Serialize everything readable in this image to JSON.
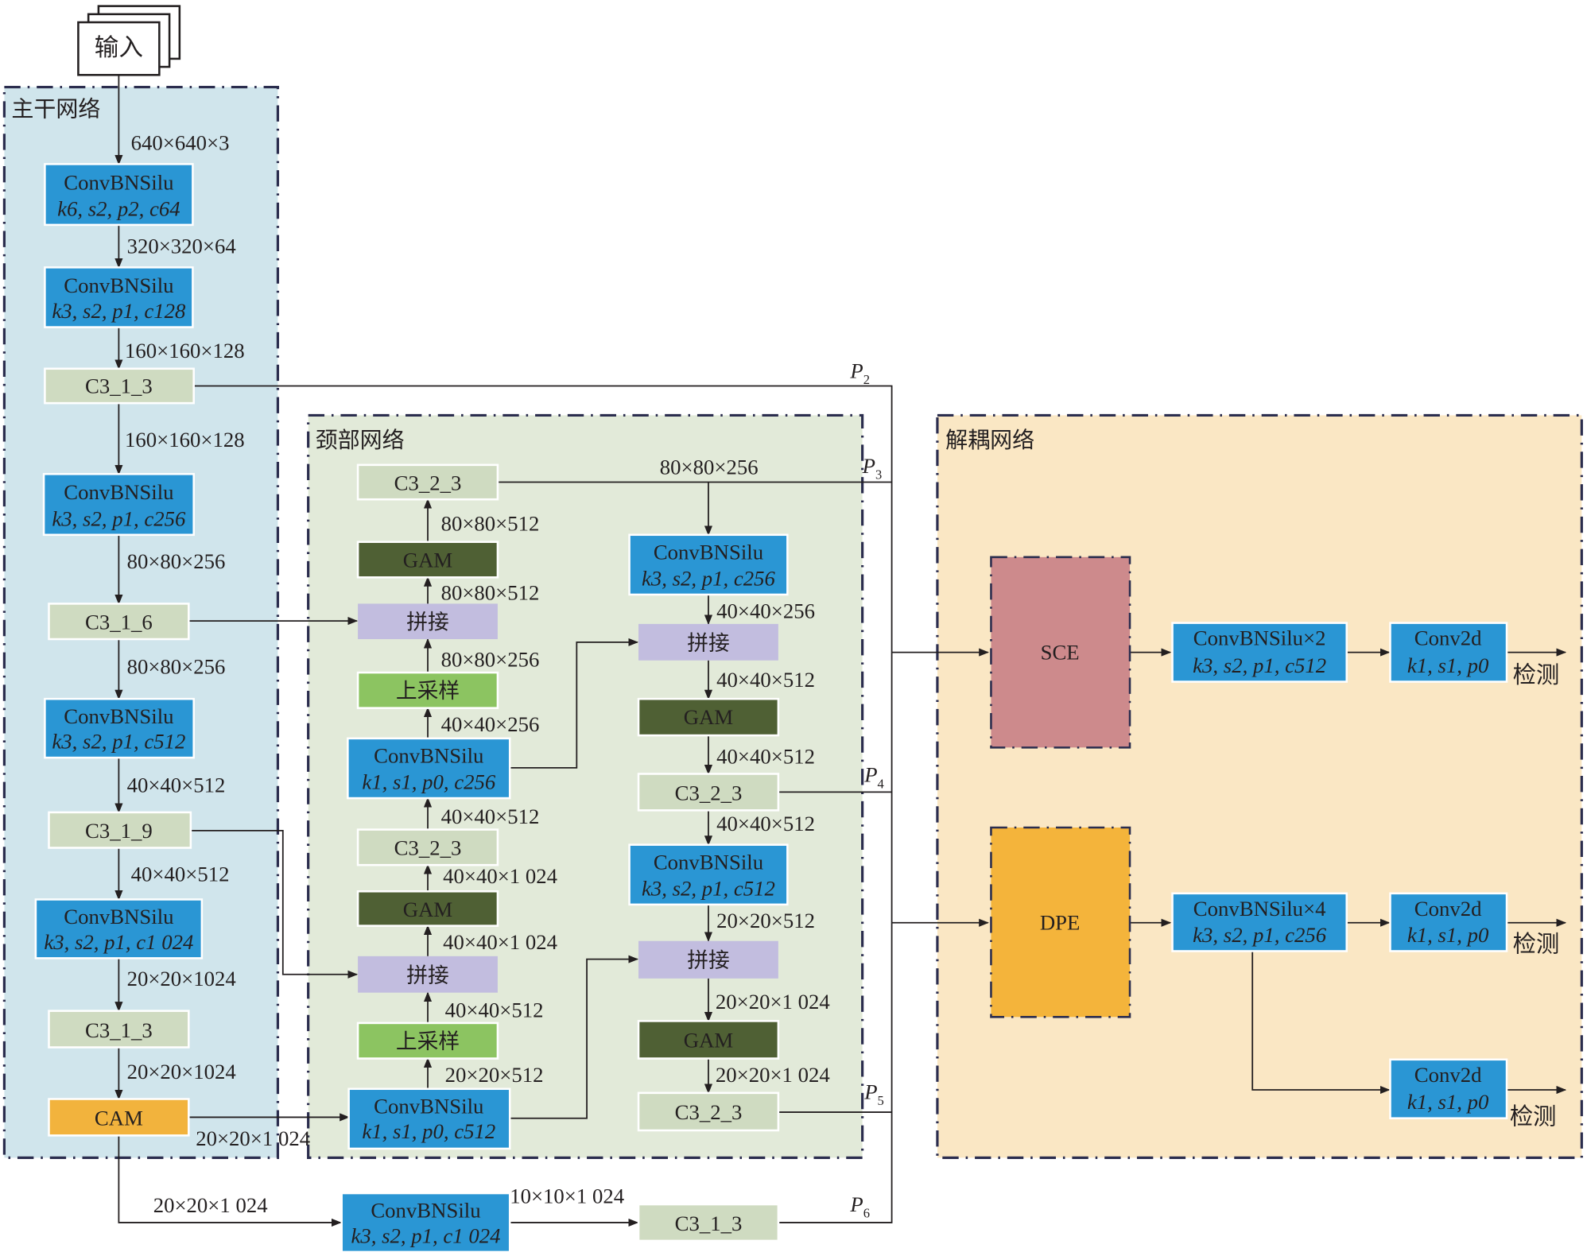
{
  "colors": {
    "conv": "#2a96d4",
    "c3": "#cfdbc1",
    "gam": "#4f6034",
    "concat": "#c2bddf",
    "upsample": "#8cc461",
    "cam": "#f2b33d",
    "sce": "#cd8a8c",
    "dpe": "#f4b43b",
    "backbone_bg": "#d0e5ec",
    "neck_bg": "#e2ead9",
    "head_bg": "#fae7c4"
  },
  "input": {
    "label": "输入"
  },
  "backbone": {
    "title": "主干网络",
    "blocks": [
      {
        "l1": "ConvBNSilu",
        "l2": "k6, s2, p2, c64"
      },
      {
        "l1": "ConvBNSilu",
        "l2": "k3, s2, p1, c128"
      },
      {
        "l1": "C3_1_3"
      },
      {
        "l1": "ConvBNSilu",
        "l2": "k3, s2, p1, c256"
      },
      {
        "l1": "C3_1_6"
      },
      {
        "l1": "ConvBNSilu",
        "l2": "k3, s2, p1, c512"
      },
      {
        "l1": "C3_1_9"
      },
      {
        "l1": "ConvBNSilu",
        "l2": "k3, s2, p1, c1 024"
      },
      {
        "l1": "C3_1_3"
      },
      {
        "l1": "CAM"
      }
    ],
    "dims": [
      "640×640×3",
      "320×320×64",
      "160×160×128",
      "160×160×128",
      "80×80×256",
      "80×80×256",
      "40×40×512",
      "40×40×512",
      "20×20×1024",
      "20×20×1024"
    ]
  },
  "neck": {
    "title": "颈部网络",
    "left": [
      {
        "l1": "C3_2_3"
      },
      {
        "l1": "GAM"
      },
      {
        "l1": "拼接"
      },
      {
        "l1": "上采样"
      },
      {
        "l1": "ConvBNSilu",
        "l2": "k1, s1, p0, c256"
      },
      {
        "l1": "C3_2_3"
      },
      {
        "l1": "GAM"
      },
      {
        "l1": "拼接"
      },
      {
        "l1": "上采样"
      },
      {
        "l1": "ConvBNSilu",
        "l2": "k1, s1, p0, c512"
      }
    ],
    "left_dims": [
      "80×80×512",
      "80×80×512",
      "80×80×256",
      "40×40×256",
      "40×40×512",
      "40×40×1 024",
      "40×40×1 024",
      "40×40×512",
      "20×20×512"
    ],
    "right": [
      {
        "l1": "ConvBNSilu",
        "l2": "k3, s2, p1, c256"
      },
      {
        "l1": "拼接"
      },
      {
        "l1": "GAM"
      },
      {
        "l1": "C3_2_3"
      },
      {
        "l1": "ConvBNSilu",
        "l2": "k3, s2, p1, c512"
      },
      {
        "l1": "拼接"
      },
      {
        "l1": "GAM"
      },
      {
        "l1": "C3_2_3"
      }
    ],
    "right_dims": [
      "80×80×256",
      "40×40×256",
      "40×40×512",
      "40×40×512",
      "40×40×512",
      "20×20×512",
      "20×20×1 024",
      "20×20×1 024"
    ],
    "cam_dim": "20×20×1 024"
  },
  "extra": {
    "dim_in": "20×20×1 024",
    "conv": {
      "l1": "ConvBNSilu",
      "l2": "k3, s2, p1, c1 024"
    },
    "dim_mid": "10×10×1 024",
    "c3": {
      "l1": "C3_1_3"
    }
  },
  "ports": {
    "p2": "P",
    "p3": "P",
    "p4": "P",
    "p5": "P",
    "p6": "P",
    "s2": "2",
    "s3": "3",
    "s4": "4",
    "s5": "5",
    "s6": "6"
  },
  "head": {
    "title": "解耦网络",
    "sce": "SCE",
    "dpe": "DPE",
    "conv_x2": {
      "l1": "ConvBNSilu×2",
      "l2": "k3, s2, p1, c512"
    },
    "conv_x4": {
      "l1": "ConvBNSilu×4",
      "l2": "k3, s2, p1, c256"
    },
    "conv2d": {
      "l1": "Conv2d",
      "l2": "k1, s1, p0"
    },
    "detect": "检测"
  }
}
